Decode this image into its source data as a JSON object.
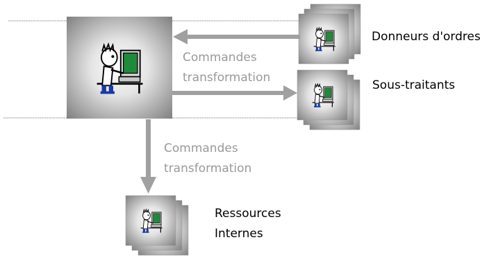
{
  "labels": {
    "donneurs": "Donneurs d'ordres",
    "sous_traitants": "Sous-traitants",
    "ressources_line1": "Ressources",
    "ressources_line2": "Internes",
    "cmd_top_line1": "Commandes",
    "cmd_top_line2": "transformation",
    "cmd_bottom_line1": "Commandes",
    "cmd_bottom_line2": "transformation"
  },
  "colors": {
    "arrow": "#a0a0a0",
    "label_gray": "#999999",
    "label_black": "#000000"
  },
  "icons": {
    "main": "person-at-computer-icon",
    "donneurs": "person-at-computer-icon",
    "sous_traitants": "person-at-computer-icon",
    "ressources": "person-at-computer-icon"
  }
}
